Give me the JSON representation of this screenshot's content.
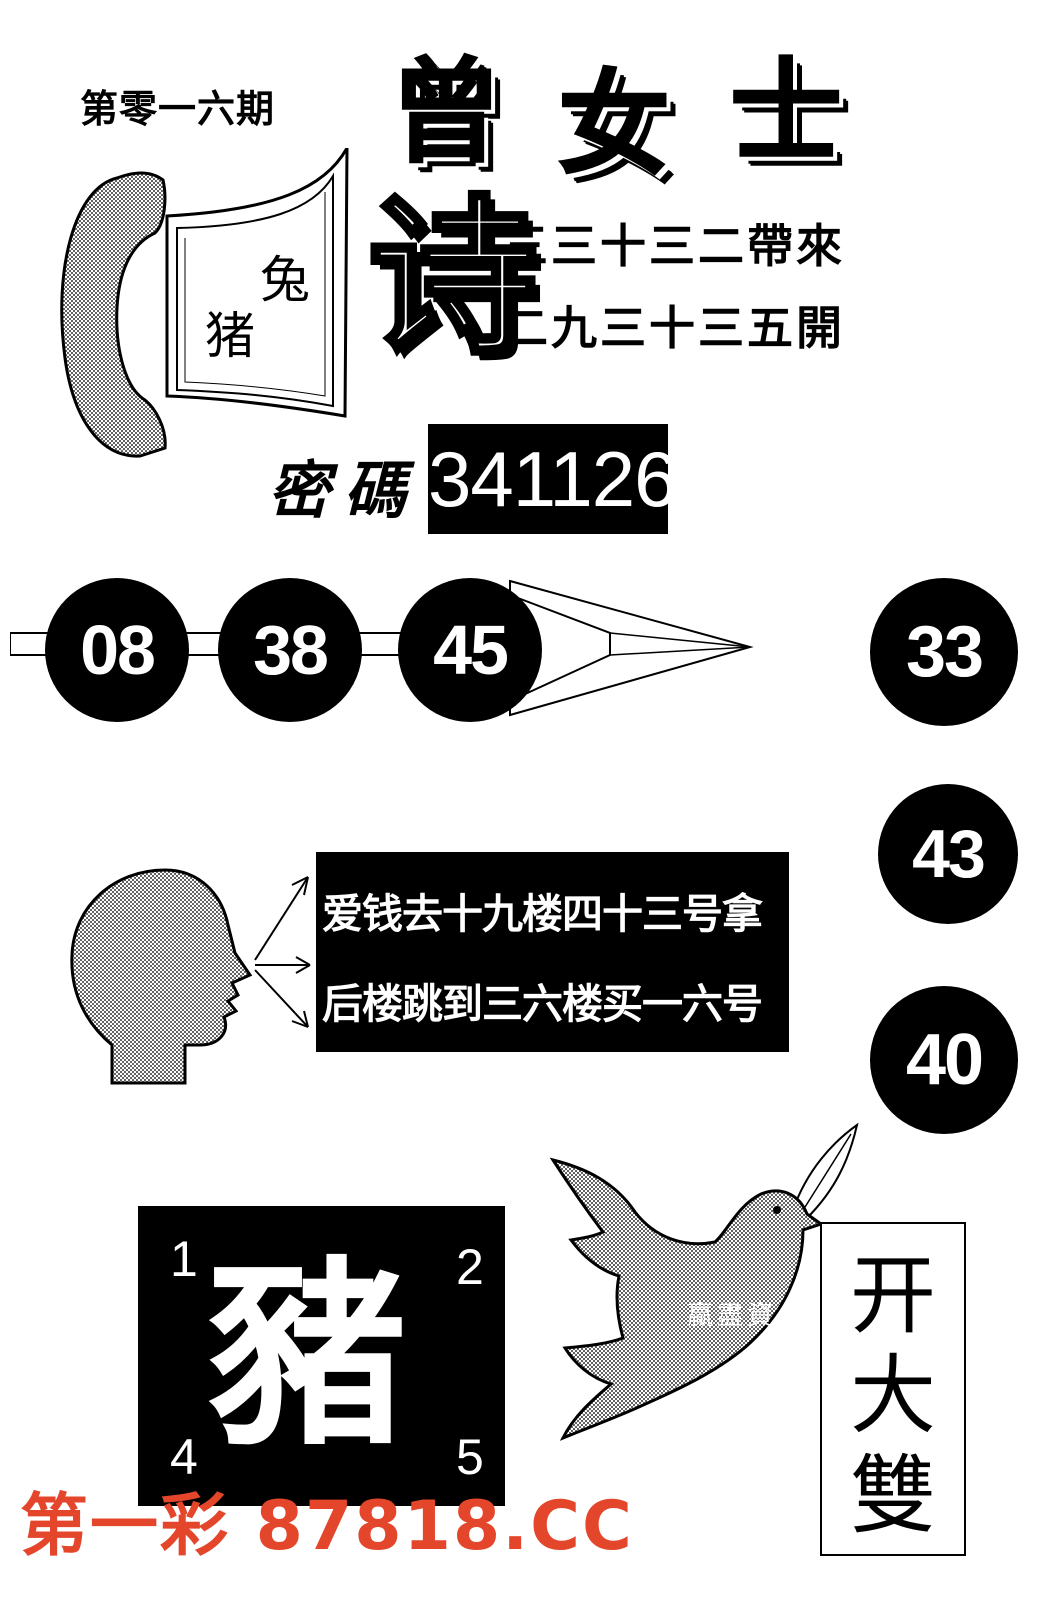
{
  "header": {
    "issue": "第零一六期",
    "title_chars": [
      "曾",
      "女",
      "士"
    ]
  },
  "card": {
    "zodiac_a": "兔",
    "zodiac_b": "猪"
  },
  "poem": {
    "label_char": "诗",
    "line1": "三三十三二帶來",
    "line2": "二九三十三五開"
  },
  "password": {
    "label": "密碼",
    "value": "341126"
  },
  "balls": {
    "arrow_row": [
      "08",
      "38",
      "45"
    ],
    "column": [
      "33",
      "43",
      "40"
    ]
  },
  "message": {
    "line1": "爱钱去十九楼四十三号拿",
    "line2": "后楼跳到三六楼买一六号"
  },
  "zodiac_box": {
    "big_char": "豬",
    "numbers": [
      "1",
      "2",
      "4",
      "5"
    ]
  },
  "bird_caption": "贏盡資",
  "vertical_text": [
    "开",
    "大",
    "雙"
  ],
  "watermark": "第一彩 87818.CC",
  "colors": {
    "ink": "#000000",
    "paper": "#ffffff",
    "halftone": "#9a9a9a",
    "watermark": "#e4462b"
  },
  "icons": [
    "phone-handset-icon",
    "person-head-icon",
    "dove-icon",
    "arrow-icon"
  ]
}
